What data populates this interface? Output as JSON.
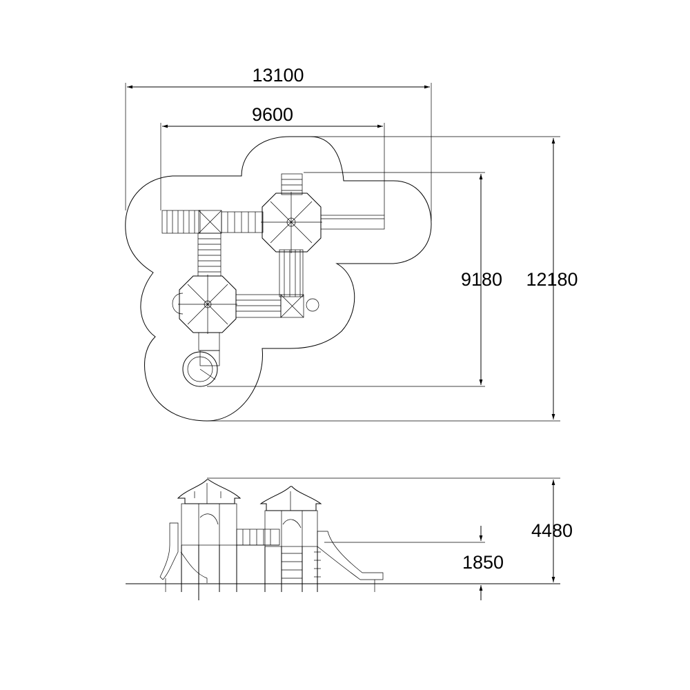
{
  "plan_view": {
    "overall_width": "13100",
    "structure_width": "9600",
    "structure_depth": "9180",
    "overall_depth": "12180"
  },
  "elevation_view": {
    "total_height": "4480",
    "platform_height": "1850"
  }
}
